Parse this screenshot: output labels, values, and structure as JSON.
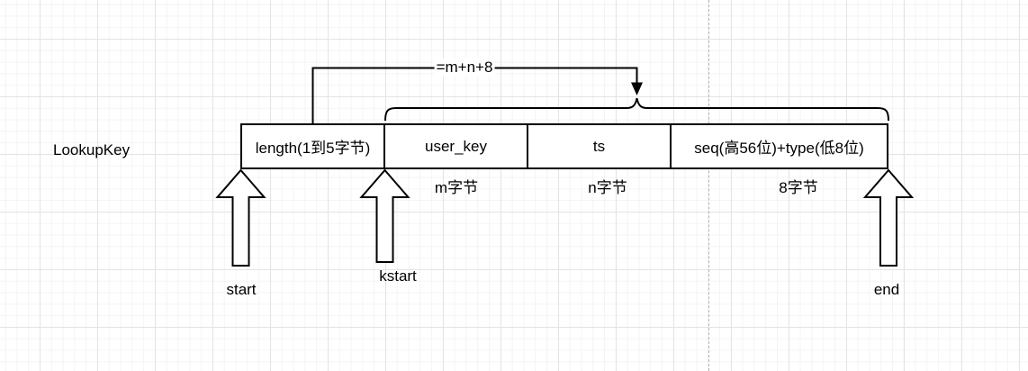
{
  "diagram": {
    "title": "LookupKey",
    "formula_label": "=m+n+8",
    "fields": [
      {
        "label": "length(1到5字节)",
        "byte_label": ""
      },
      {
        "label": "user_key",
        "byte_label": "m字节"
      },
      {
        "label": "ts",
        "byte_label": "n字节"
      },
      {
        "label": "seq(高56位)+type(低8位)",
        "byte_label": "8字节"
      }
    ],
    "pointers": [
      {
        "label": "start"
      },
      {
        "label": "kstart"
      },
      {
        "label": "end"
      }
    ]
  },
  "colors": {
    "line": "#000000",
    "box_fill": "#ffffff",
    "page_boundary_line": "#b3b3b3",
    "background": "#ffffff",
    "grid_minor": "#f4f4f4",
    "grid_major": "#e4e4e4"
  }
}
